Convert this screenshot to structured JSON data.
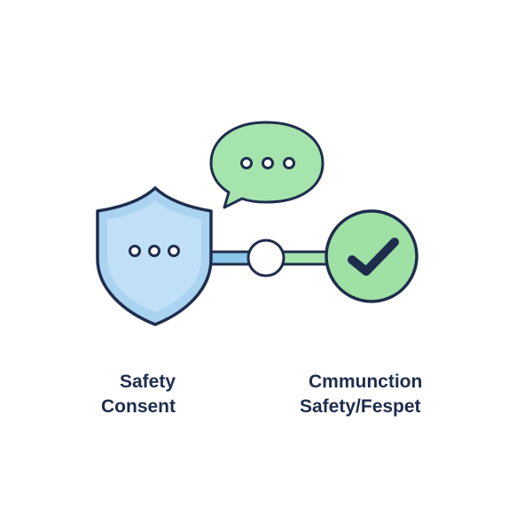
{
  "labels": {
    "left_line1": "Safety",
    "left_line2": "Consent",
    "right_line1": "Cmmunction",
    "right_line2": "Safety/Fespet"
  },
  "icons": {
    "shield": "shield-icon",
    "speech_bubble": "speech-bubble-icon",
    "checkmark": "checkmark-circle-icon",
    "connector_node": "connector-node"
  },
  "colors": {
    "outline": "#1f2d4d",
    "shield_fill": "#a9d3f0",
    "shield_inner": "#bfe0f6",
    "green_fill": "#9fe0a4",
    "bubble_fill": "#a6e4ad",
    "connector_blue": "#8cc6ea",
    "connector_green": "#a6e4ad",
    "text": "#1f2d4d"
  }
}
